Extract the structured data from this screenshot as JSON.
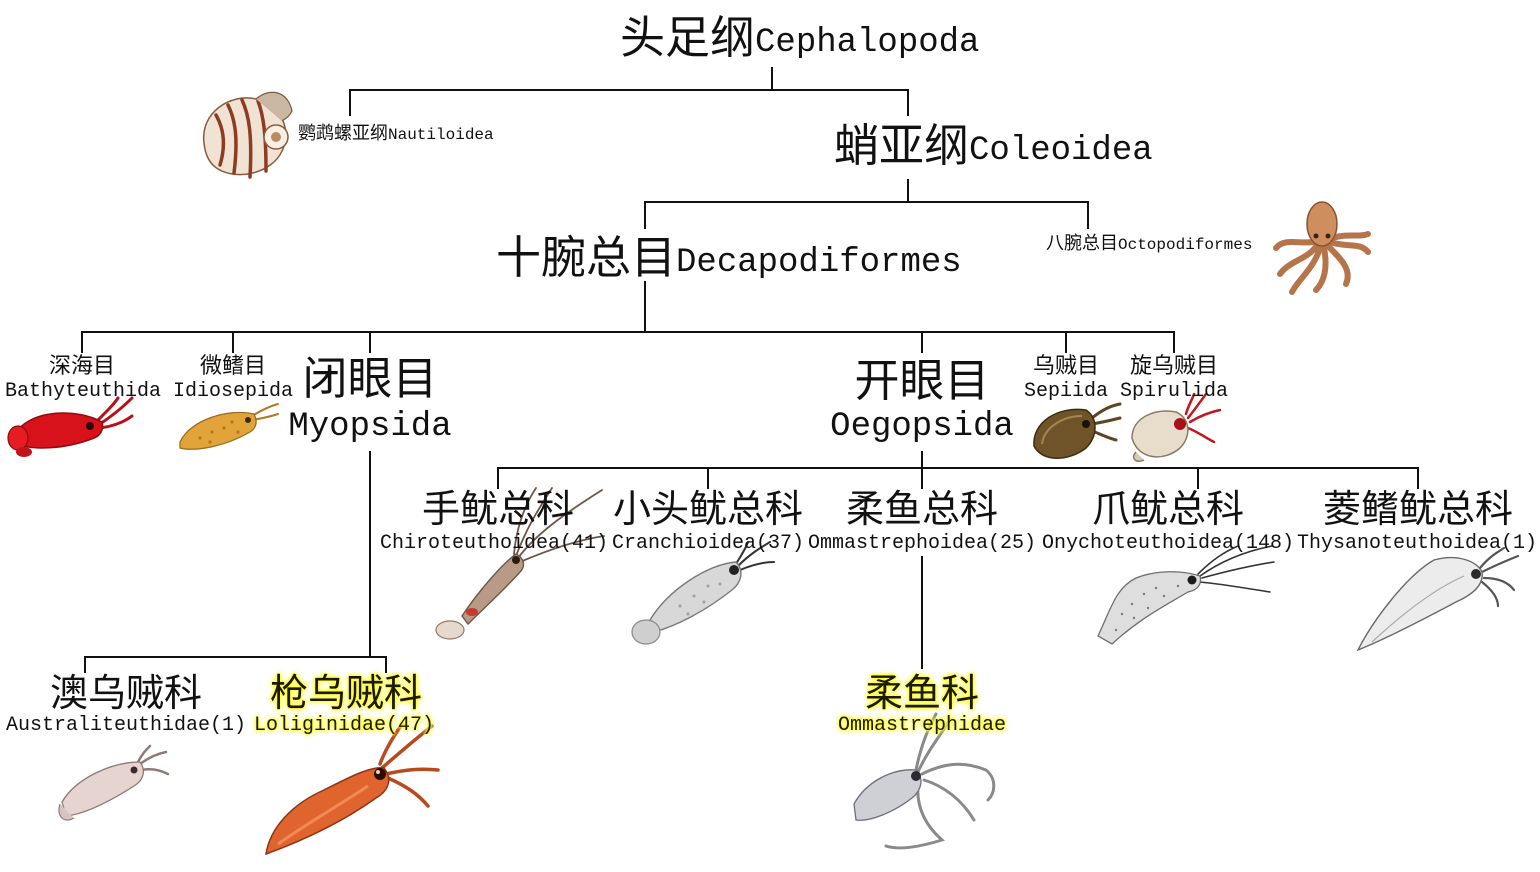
{
  "tree": {
    "root": {
      "zh": "头足纲",
      "latin": "Cephalopoda"
    },
    "nautiloidea": {
      "zh": "鹦鹉螺亚纲",
      "latin": "Nautiloidea",
      "image": "nautilus-icon"
    },
    "coleoidea": {
      "zh": "蛸亚纲",
      "latin": "Coleoidea"
    },
    "decapodiformes": {
      "zh": "十腕总目",
      "latin": "Decapodiformes"
    },
    "octopodiformes": {
      "zh": "八腕总目",
      "latin": "Octopodiformes",
      "image": "octopus-icon"
    },
    "bathyteuthida": {
      "zh": "深海目",
      "latin": "Bathyteuthida",
      "image": "red-squid-icon"
    },
    "idiosepida": {
      "zh": "微鳍目",
      "latin": "Idiosepida",
      "image": "pygmy-squid-icon"
    },
    "myopsida": {
      "zh": "闭眼目",
      "latin": "Myopsida"
    },
    "oegopsida": {
      "zh": "开眼目",
      "latin": "Oegopsida"
    },
    "sepiida": {
      "zh": "乌贼目",
      "latin": "Sepiida",
      "image": "cuttlefish-icon"
    },
    "spirulida": {
      "zh": "旋乌贼目",
      "latin": "Spirulida",
      "image": "ram-horn-squid-icon"
    },
    "chiroteuthoidea": {
      "zh": "手鱿总科",
      "latin": "Chiroteuthoidea(41)",
      "image": "chiroteuthid-squid-icon"
    },
    "cranchioidea": {
      "zh": "小头鱿总科",
      "latin": "Cranchioidea(37)",
      "image": "glass-squid-icon"
    },
    "ommastrephoidea": {
      "zh": "柔鱼总科",
      "latin": "Ommastrephoidea(25)"
    },
    "onychoteuthoidea": {
      "zh": "爪鱿总科",
      "latin": "Onychoteuthoidea(148)",
      "image": "hooked-squid-icon"
    },
    "thysanoteuthoidea": {
      "zh": "菱鳍鱿总科",
      "latin": "Thysanoteuthoidea(1)",
      "image": "diamond-squid-icon"
    },
    "australiteuthidae": {
      "zh": "澳乌贼科",
      "latin": "Australiteuthidae(1)",
      "image": "pale-squid-icon"
    },
    "loliginidae": {
      "zh": "枪乌贼科",
      "latin": "Loliginidae(47)",
      "image": "loligo-squid-icon"
    },
    "ommastrephidae": {
      "zh": "柔鱼科",
      "latin": "Ommastrephidae",
      "image": "flying-squid-icon"
    }
  },
  "colors": {
    "line": "#111111",
    "text": "#111111",
    "highlight": "#fffb3a"
  }
}
